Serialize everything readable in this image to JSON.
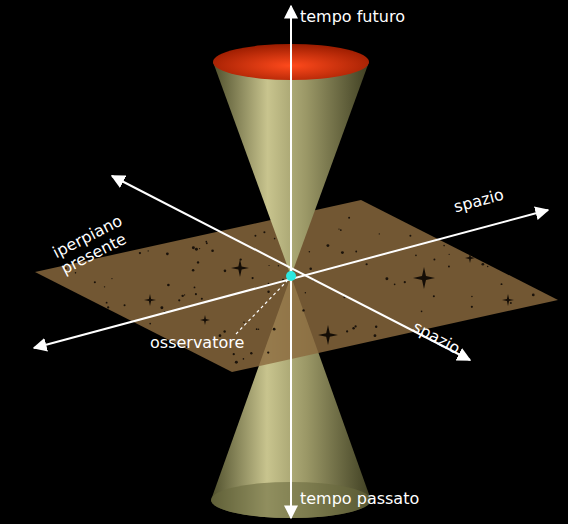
{
  "diagram": {
    "labels": [
      "tempo futuro",
      "iperpiano presente",
      "spazio",
      "osservatore",
      "spazio",
      "tempo passato"
    ]
  }
}
